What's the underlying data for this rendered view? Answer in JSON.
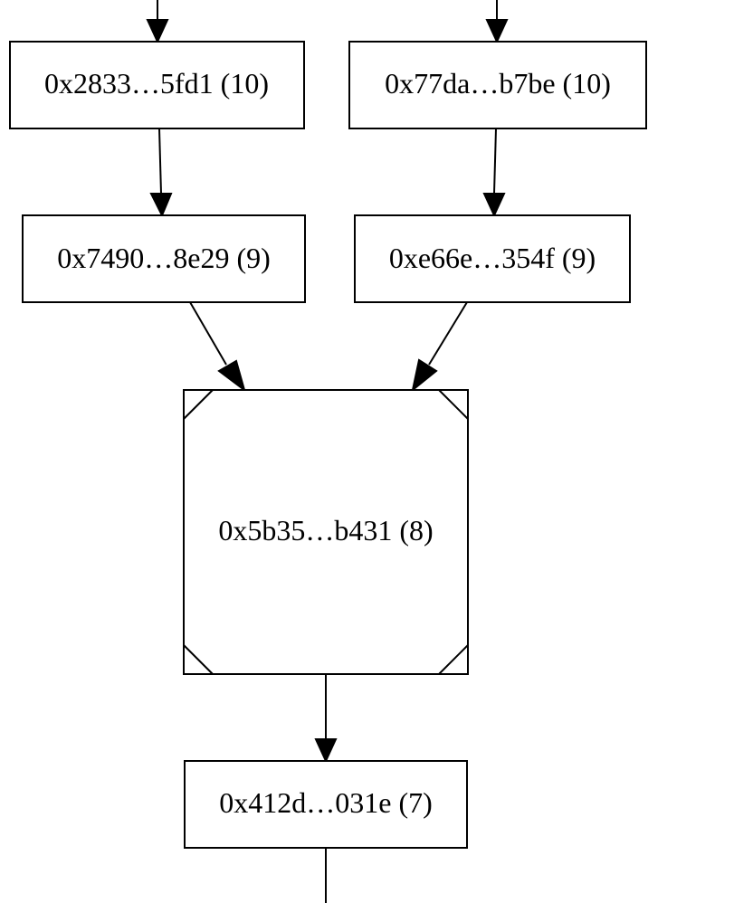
{
  "nodes": {
    "n2833": {
      "label": "0x2833…5fd1 (10)"
    },
    "n77da": {
      "label": "0x77da…b7be (10)"
    },
    "n7490": {
      "label": "0x7490…8e29 (9)"
    },
    "ne66e": {
      "label": "0xe66e…354f (9)"
    },
    "n5b35": {
      "label": "0x5b35…b431 (8)",
      "shape": "Msquare"
    },
    "n412d": {
      "label": "0x412d…031e (7)"
    }
  },
  "edges": [
    {
      "from": "",
      "to": "n2833"
    },
    {
      "from": "",
      "to": "n77da"
    },
    {
      "from": "n2833",
      "to": "n7490"
    },
    {
      "from": "n77da",
      "to": "ne66e"
    },
    {
      "from": "n7490",
      "to": "n5b35"
    },
    {
      "from": "ne66e",
      "to": "n5b35"
    },
    {
      "from": "n5b35",
      "to": "n412d"
    },
    {
      "from": "n412d",
      "to": ""
    }
  ]
}
